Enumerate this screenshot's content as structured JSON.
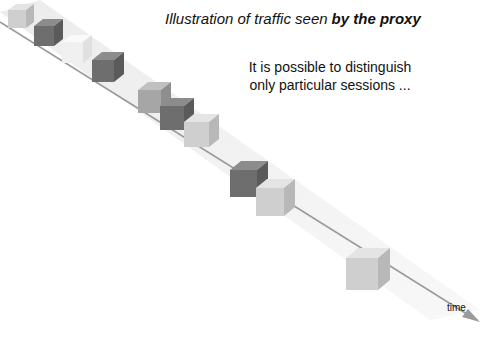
{
  "diagram": {
    "labels": [
      "Illustration of traffic seen",
      "by the proxy",
      "It is possible to distinguish only particular sessions ...",
      "time"
    ]
  }
}
